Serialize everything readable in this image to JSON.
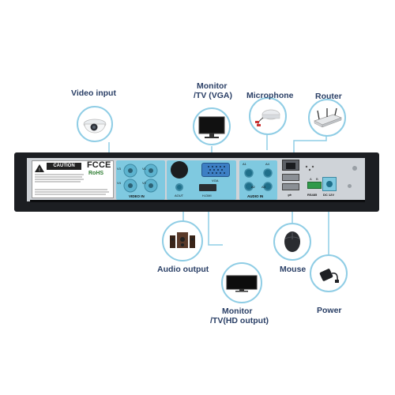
{
  "callouts": {
    "video_input": "Video input",
    "monitor_vga_line1": "Monitor",
    "monitor_vga_line2": "/TV (VGA)",
    "microphone": "Microphone",
    "router": "Router",
    "audio_output": "Audio output",
    "monitor_hd_line1": "Monitor",
    "monitor_hd_line2": "/TV(HD output)",
    "mouse": "Mouse",
    "power": "Power"
  },
  "panel": {
    "caution": "CAUTION",
    "fc": "FC",
    "ce": "CE",
    "rohs": "RoHS",
    "video_in": "VIDEO IN",
    "v1": "V1",
    "v2": "V2",
    "v3": "V3",
    "v4": "V4",
    "audio_out": "AOUT",
    "hdmi": "H-DMI",
    "vga": "VGA",
    "audio_in": "AUDIO IN",
    "a1": "A1",
    "a2": "A2",
    "a3": "A3",
    "a4": "A4",
    "rs485": "RS485",
    "rs485_a": "A",
    "rs485_b": "B",
    "dc12v": "DC 12V",
    "usb_symbol": "⇌"
  },
  "colors": {
    "accent": "#8fcde5",
    "connector_blue": "#7fc9e0",
    "chassis": "#1c1e22",
    "label_text": "#2a3f66"
  }
}
